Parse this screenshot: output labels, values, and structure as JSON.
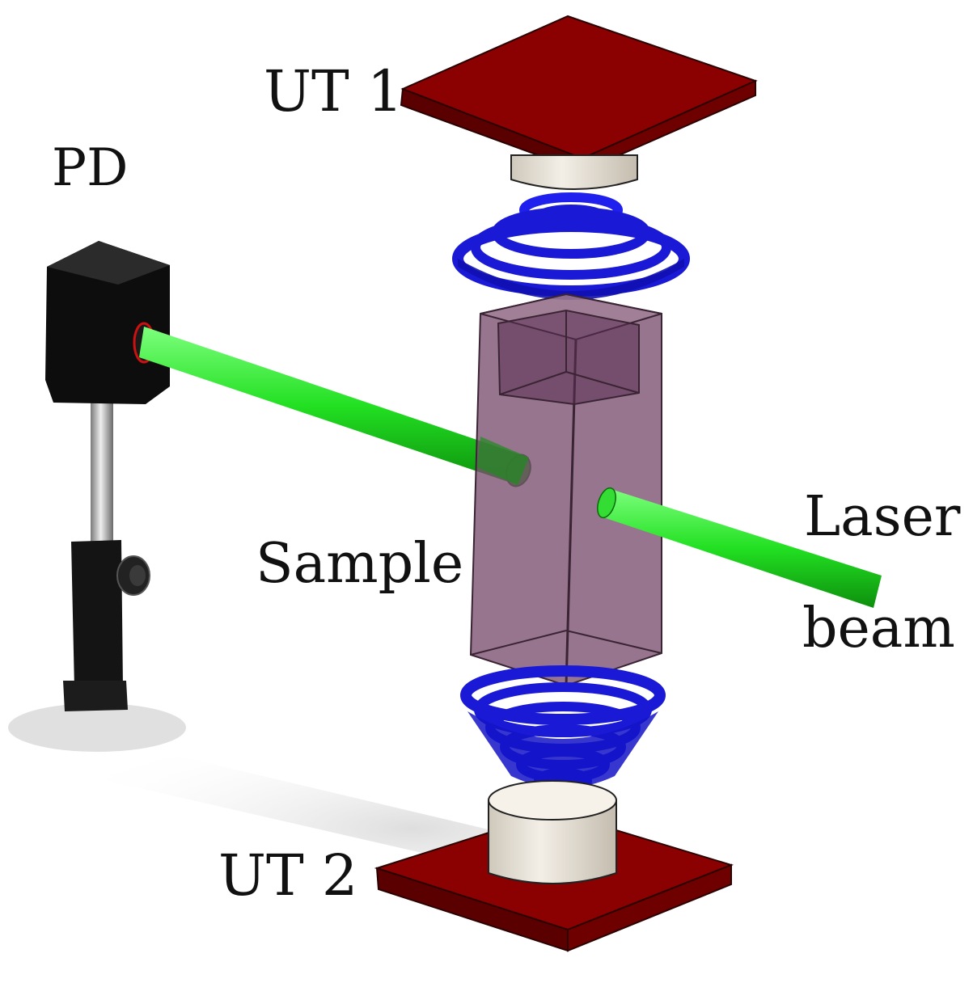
{
  "labels": {
    "ut1": "UT 1",
    "pd": "PD",
    "sample": "Sample",
    "laser_line1": "Laser",
    "laser_line2": "beam",
    "ut2": "UT 2"
  },
  "colors": {
    "transducer_plate": "#8b0000",
    "transducer_plate_dark": "#5a0000",
    "transducer_body": "#e8e2d8",
    "spring": "#1a1ad6",
    "laser_beam": "#22e022",
    "sample_cuvette": "#7a4e6e",
    "photodetector": "#111111",
    "post": "#bdbdbd"
  }
}
